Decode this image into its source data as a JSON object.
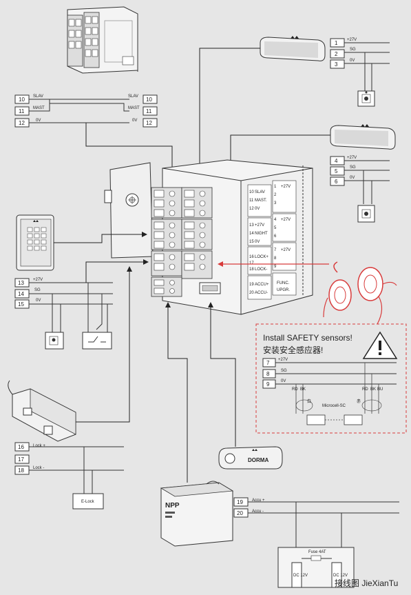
{
  "left_top_block": {
    "terminals": [
      "10",
      "11",
      "12"
    ],
    "labels": [
      "SLAV",
      "MAST",
      "0V"
    ],
    "labels_right": [
      "SLAV",
      "MAST",
      "0V"
    ],
    "terminals_right": [
      "10",
      "11",
      "12"
    ]
  },
  "right_top_block1": {
    "terminals": [
      "1",
      "2",
      "3"
    ],
    "labels": [
      "+27V",
      "SG",
      "0V"
    ]
  },
  "right_top_block2": {
    "terminals": [
      "4",
      "5",
      "6"
    ],
    "labels": [
      "+27V",
      "SG",
      "0V"
    ]
  },
  "left_mid_block": {
    "terminals": [
      "13",
      "14",
      "15"
    ],
    "labels": [
      "+27V",
      "SG",
      "0V"
    ]
  },
  "lock_block": {
    "terminals": [
      "16",
      "17",
      "18"
    ],
    "labels": [
      "Lock +",
      "",
      "Lock -"
    ],
    "device": "E-Lock"
  },
  "accu_block": {
    "terminals": [
      "19",
      "20"
    ],
    "labels": [
      "Accu +",
      "Accu -"
    ],
    "fuse": "Fuse 4AT",
    "batteries": [
      "DC\n12V",
      "DC\n12V"
    ]
  },
  "safety": {
    "title_en": "Install SAFETY sensors!",
    "title_cn": "安装安全感应器!",
    "terminals": [
      "7",
      "8",
      "9"
    ],
    "labels": [
      "+27V",
      "SG",
      "0V"
    ],
    "small_labels": [
      "RD",
      "BK",
      "RD",
      "BK",
      "BU"
    ],
    "module_label": "Microcell-SC",
    "sensor_labels": [
      "白",
      "赤"
    ]
  },
  "controller_labels": {
    "left_col": [
      "SLAV",
      "MAST.",
      "0V",
      "+27V",
      "NIGHT",
      "0V",
      "LOCK+",
      "LOCK-",
      "ACCU+",
      "ACCU-"
    ],
    "right_col": [
      "+27V",
      "+27V",
      "+27V",
      "FUNC.",
      "UPGR."
    ],
    "numbers": [
      "10",
      "11",
      "12",
      "13",
      "14",
      "15",
      "16",
      "17",
      "18",
      "19",
      "20",
      "1",
      "2",
      "3",
      "4",
      "5",
      "6",
      "7",
      "8",
      "9"
    ]
  },
  "battery_brand": "NPP",
  "key_brand": "DORMA",
  "watermark": "接线图 JieXianTu",
  "colors": {
    "safety_red": "#d83a3a",
    "wire": "#333333",
    "bg": "#e6e6e6"
  }
}
